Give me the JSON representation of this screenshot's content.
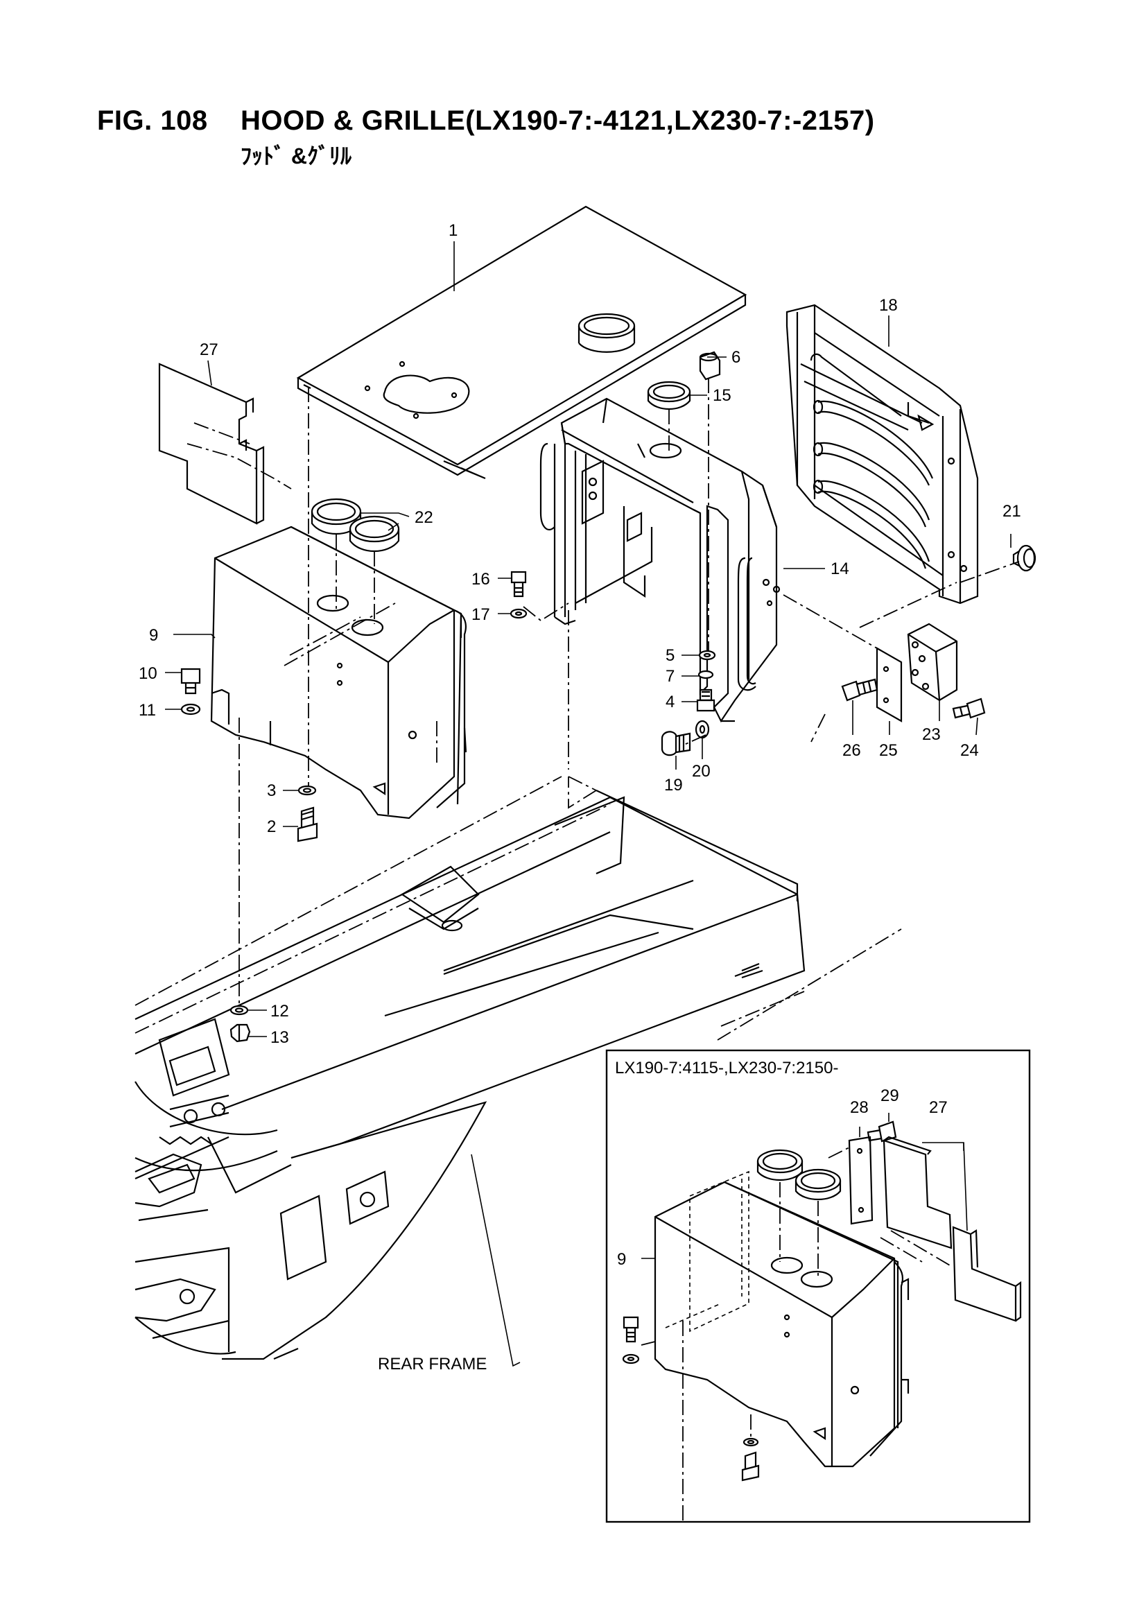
{
  "header": {
    "fig_number": "FIG. 108",
    "title": "HOOD & GRILLE(LX190-7:-4121,LX230-7:-2157)",
    "subtitle": "ﾌｯﾄﾞ &ｸﾞﾘﾙ"
  },
  "callouts": {
    "c1": "1",
    "c2": "2",
    "c3": "3",
    "c4": "4",
    "c5": "5",
    "c6": "6",
    "c7": "7",
    "c9": "9",
    "c10": "10",
    "c11": "11",
    "c12": "12",
    "c13": "13",
    "c14": "14",
    "c15": "15",
    "c16": "16",
    "c17": "17",
    "c18": "18",
    "c19": "19",
    "c20": "20",
    "c21": "21",
    "c22": "22",
    "c23": "23",
    "c24": "24",
    "c25": "25",
    "c26": "26",
    "c27": "27"
  },
  "labels": {
    "rear_frame": "REAR FRAME"
  },
  "inset": {
    "title": "LX190-7:4115-,LX230-7:2150-",
    "callouts": {
      "c9": "9",
      "c27": "27",
      "c28": "28",
      "c29": "29"
    }
  }
}
